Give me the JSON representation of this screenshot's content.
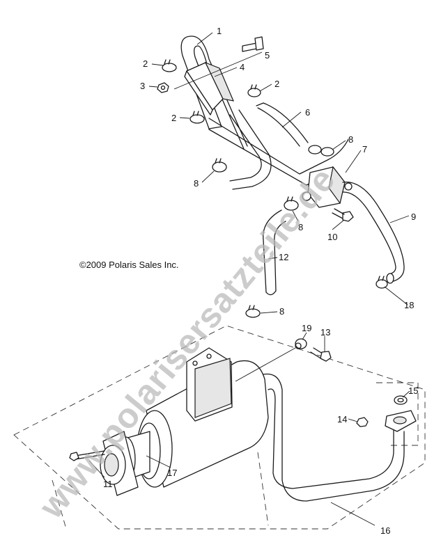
{
  "diagram": {
    "copyright": "©2009 Polaris Sales Inc.",
    "watermark": "www.polarisersatzteile.de",
    "callouts": [
      {
        "id": "c1",
        "label": "1"
      },
      {
        "id": "c2a",
        "label": "2"
      },
      {
        "id": "c2b",
        "label": "2"
      },
      {
        "id": "c2c",
        "label": "2"
      },
      {
        "id": "c3",
        "label": "3"
      },
      {
        "id": "c4",
        "label": "4"
      },
      {
        "id": "c5",
        "label": "5"
      },
      {
        "id": "c6",
        "label": "6"
      },
      {
        "id": "c7",
        "label": "7"
      },
      {
        "id": "c8a",
        "label": "8"
      },
      {
        "id": "c8b",
        "label": "8"
      },
      {
        "id": "c8c",
        "label": "8"
      },
      {
        "id": "c8d",
        "label": "8"
      },
      {
        "id": "c9",
        "label": "9"
      },
      {
        "id": "c10",
        "label": "10"
      },
      {
        "id": "c11",
        "label": "11"
      },
      {
        "id": "c12",
        "label": "12"
      },
      {
        "id": "c13",
        "label": "13"
      },
      {
        "id": "c14",
        "label": "14"
      },
      {
        "id": "c15",
        "label": "15"
      },
      {
        "id": "c16",
        "label": "16"
      },
      {
        "id": "c17",
        "label": "17"
      },
      {
        "id": "c18",
        "label": "18"
      },
      {
        "id": "c19",
        "label": "19"
      }
    ]
  }
}
